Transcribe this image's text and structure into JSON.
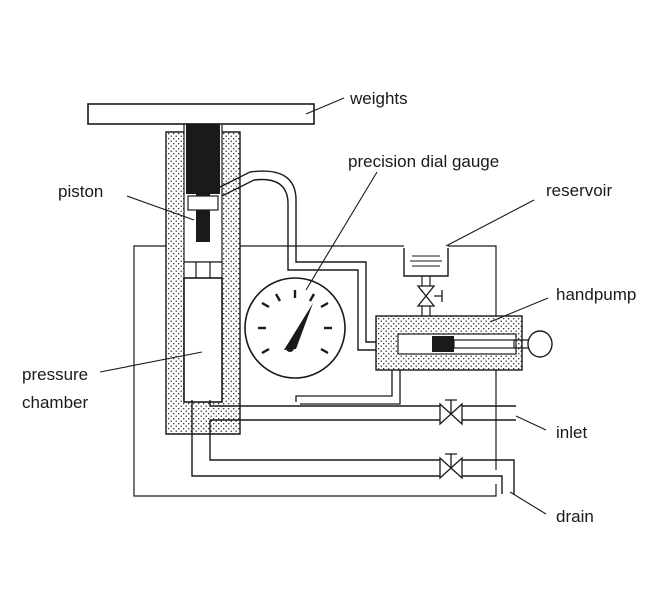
{
  "labels": {
    "weights": "weights",
    "precision_dial_gauge": "precision dial gauge",
    "reservoir": "reservoir",
    "piston": "piston",
    "handpump": "handpump",
    "pressure": "pressure",
    "chamber": "chamber",
    "inlet": "inlet",
    "drain": "drain"
  },
  "colors": {
    "ink": "#1a1a1a",
    "background": "#ffffff"
  }
}
